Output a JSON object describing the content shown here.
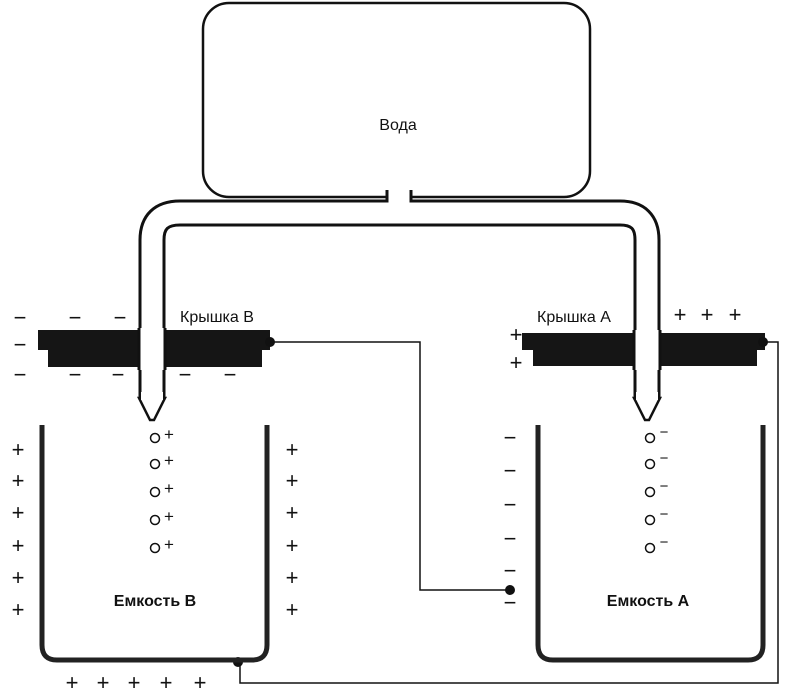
{
  "labels": {
    "water": "Вода",
    "lid_b": "Крышка B",
    "lid_a": "Крышка A",
    "container_b": "Емкость B",
    "container_a": "Емкость A"
  },
  "signs": {
    "plus": "+",
    "minus": "−"
  },
  "colors": {
    "ink": "#111111",
    "background": "#ffffff"
  }
}
